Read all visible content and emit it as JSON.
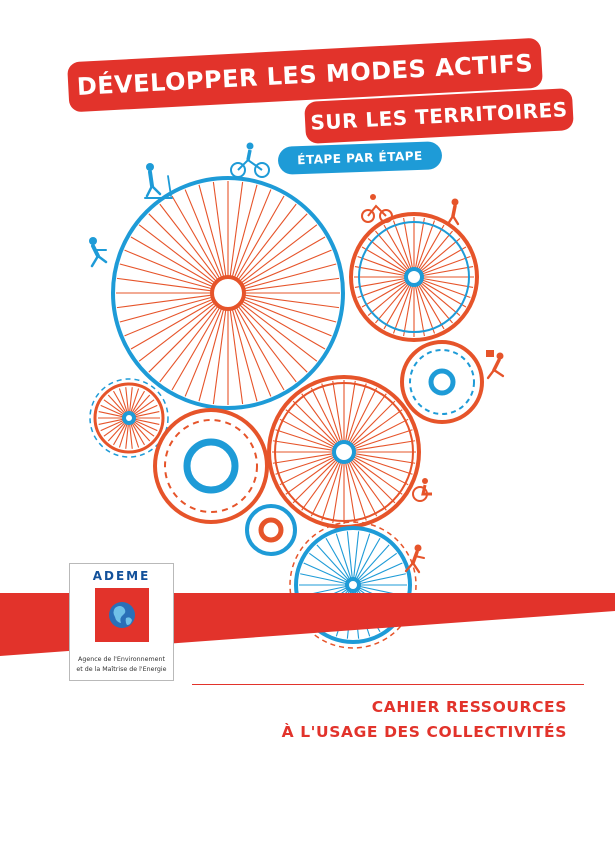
{
  "title": {
    "line1": "DÉVELOPPER LES MODES ACTIFS",
    "line2": "SUR LES TERRITOIRES",
    "tag": "ÉTAPE PAR ÉTAPE"
  },
  "colors": {
    "red": "#e2332b",
    "blue": "#1e9bd7",
    "orange": "#e6542a",
    "ademe_blue": "#12509a"
  },
  "logo": {
    "name": "ADEME",
    "line1": "Agence de l'Environnement",
    "line2": "et de la Maîtrise de l'Energie"
  },
  "subtitle": {
    "line1": "CAHIER RESSOURCES",
    "line2": "À L'USAGE DES COLLECTIVITÉS"
  },
  "icons": [
    "bicycle-wheel-illustration",
    "cyclist-icon",
    "pedestrian-icon",
    "scooter-icon",
    "wheelchair-icon",
    "earth-globe-icon"
  ]
}
